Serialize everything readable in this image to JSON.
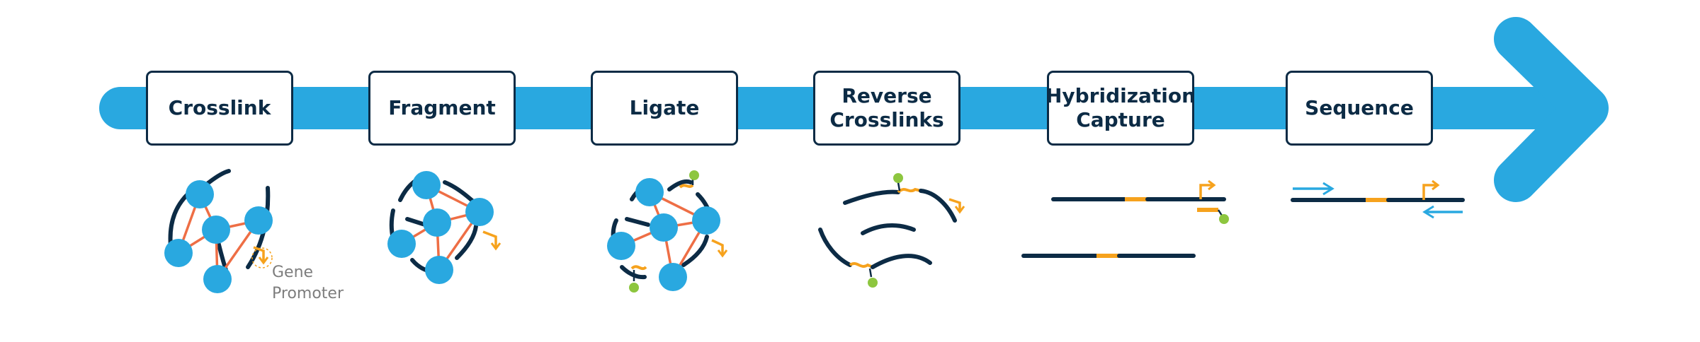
{
  "diagram": {
    "steps": [
      {
        "id": "crosslink",
        "label": "Crosslink"
      },
      {
        "id": "fragment",
        "label": "Fragment"
      },
      {
        "id": "ligate",
        "label": "Ligate"
      },
      {
        "id": "reverse-crosslinks",
        "label": "Reverse\nCrosslinks"
      },
      {
        "id": "hybridization-capture",
        "label": "Hybridization\nCapture"
      },
      {
        "id": "sequence",
        "label": "Sequence"
      }
    ],
    "annotation": {
      "line1": "Gene",
      "line2": "Promoter"
    },
    "colors": {
      "arrow": "#29a8e0",
      "node": "#29a8e0",
      "strand": "#0c2b45",
      "link": "#ee6e45",
      "promoter": "#f6a21d",
      "ligation_dot": "#8dc63f",
      "box_border": "#0c2b45"
    },
    "icons": [
      "chromatin-icon",
      "promoter-arrow-icon",
      "dna-fragment-icon",
      "primer-arrow-icon"
    ]
  }
}
